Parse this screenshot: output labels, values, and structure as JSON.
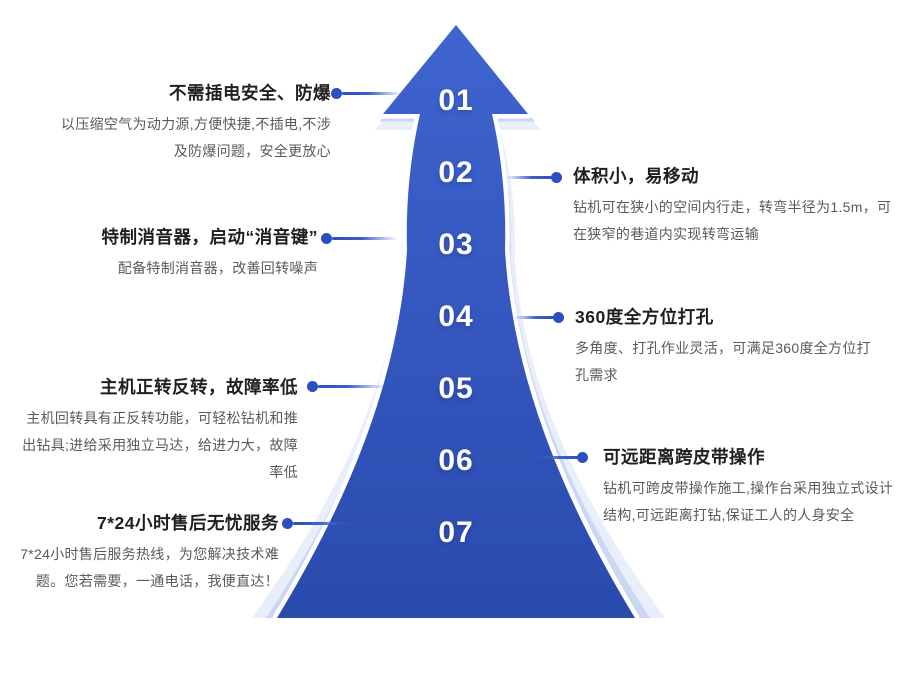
{
  "page": {
    "background": "#ffffff"
  },
  "arrow": {
    "numbers": [
      "01",
      "02",
      "03",
      "04",
      "05",
      "06",
      "07"
    ],
    "colors": {
      "main_top": "#3f64d0",
      "main_bottom": "#2a4aad",
      "mid_layer": "#ccd7f3",
      "back_layer": "#e9eefb",
      "halo": "#ffffff",
      "number_text": "#ffffff"
    }
  },
  "connector": {
    "color": "#2b4fc0"
  },
  "features": [
    {
      "step": "01",
      "side": "left",
      "title": "不需插电安全、防爆",
      "desc": "以压缩空气为动力源,方便快捷,不插电,不涉\n及防爆问题，安全更放心"
    },
    {
      "step": "02",
      "side": "right",
      "title": "体积小，易移动",
      "desc": "钻机可在狭小的空间内行走，转弯半径为1.5m，可\n在狭窄的巷道内实现转弯运输"
    },
    {
      "step": "03",
      "side": "left",
      "title": "特制消音器，启动“消音键”",
      "desc": "配备特制消音器，改善回转噪声"
    },
    {
      "step": "04",
      "side": "right",
      "title": "360度全方位打孔",
      "desc": "多角度、打孔作业灵活，可满足360度全方位打\n孔需求"
    },
    {
      "step": "05",
      "side": "left",
      "title": "主机正转反转，故障率低",
      "desc": "主机回转具有正反转功能，可轻松钻机和推\n出钻具;进给采用独立马达，给进力大，故障\n率低"
    },
    {
      "step": "06",
      "side": "right",
      "title": "可远距离跨皮带操作",
      "desc": "钻机可跨皮带操作施工,操作台采用独立式设计\n结构,可远距离打钻,保证工人的人身安全"
    },
    {
      "step": "07",
      "side": "left",
      "title": "7*24小时售后无忧服务",
      "desc": "7*24小时售后服务热线，为您解决技术难\n题。您若需要，一通电话，我便直达！"
    }
  ]
}
